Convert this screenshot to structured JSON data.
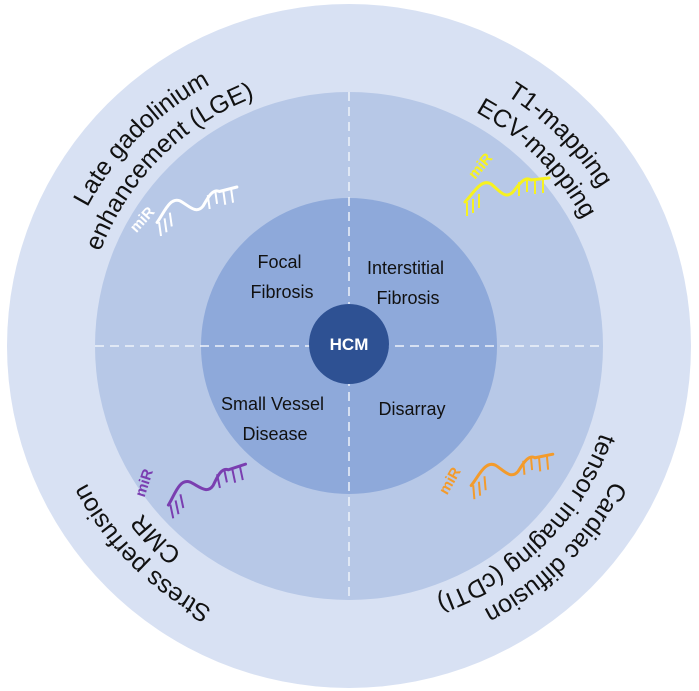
{
  "colors": {
    "background": "#ffffff",
    "outer_ring": "#d8e1f3",
    "middle_ring": "#b7c8e7",
    "inner_circle": "#8ea9da",
    "core": "#2e5193",
    "dashed_line": "#eef2fa",
    "mir_white": "#ffffff",
    "mir_yellow": "#f7f21f",
    "mir_purple": "#7a3eb0",
    "mir_orange": "#f39b2c"
  },
  "core": {
    "label": "HCM"
  },
  "quadrants": {
    "top_left": [
      "Focal",
      "Fibrosis"
    ],
    "top_right": [
      "Interstitial",
      "Fibrosis"
    ],
    "bottom_left": [
      "Small Vessel",
      "Disease"
    ],
    "bottom_right": [
      "Disarray"
    ]
  },
  "outer_labels": {
    "top_left": [
      "Late gadolinium",
      "enhancement (LGE)"
    ],
    "top_right": [
      "T1-mapping",
      "ECV-mapping"
    ],
    "bottom_left": [
      "Stress perfusion",
      "CMR"
    ],
    "bottom_right": [
      "Cardiac diffusion",
      "tensor imaging (cDTI)"
    ]
  },
  "mir": {
    "label": "miR",
    "top_left_icon": "white-mirna-strand-icon",
    "top_right_icon": "yellow-mirna-strand-icon",
    "bottom_left_icon": "purple-mirna-strand-icon",
    "bottom_right_icon": "orange-mirna-strand-icon"
  }
}
